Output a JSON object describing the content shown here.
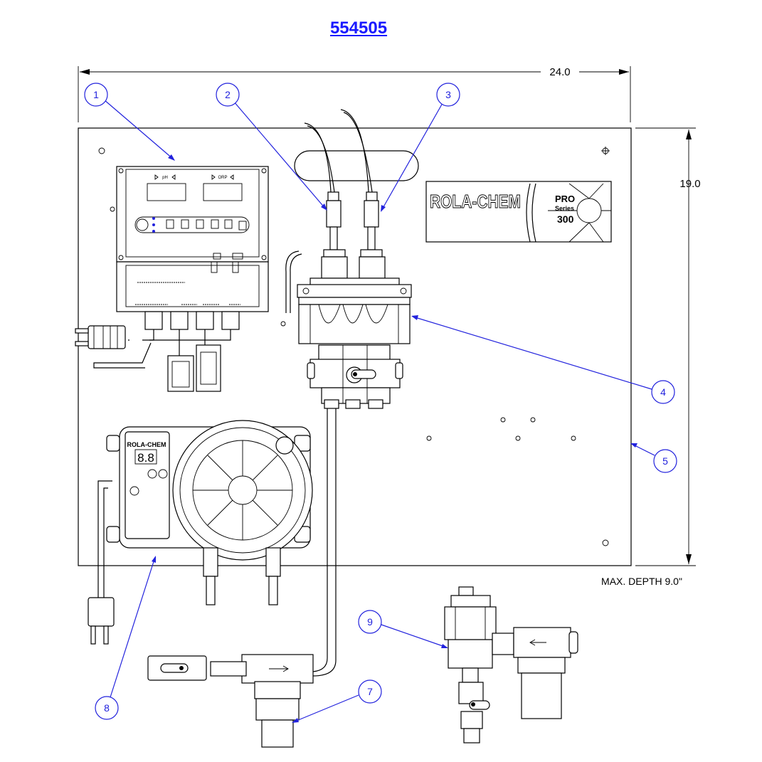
{
  "title": "554505",
  "dimensions": {
    "width": "24.0",
    "height": "19.0",
    "depth": "MAX. DEPTH 9.0\""
  },
  "brand": {
    "logo_text": "ROLA-CHEM",
    "series_top": "PRO",
    "series_mid": "Series",
    "series_model": "300"
  },
  "controller": {
    "display1_label": "pH",
    "display2_label": "ORP",
    "pump_brand": "ROLA-CHEM",
    "pump_display": "8.8"
  },
  "callouts": [
    "1",
    "2",
    "3",
    "4",
    "5",
    "7",
    "8",
    "9"
  ],
  "colors": {
    "accent": "#2222dd",
    "title": "#1a1aff",
    "line": "#000000"
  }
}
